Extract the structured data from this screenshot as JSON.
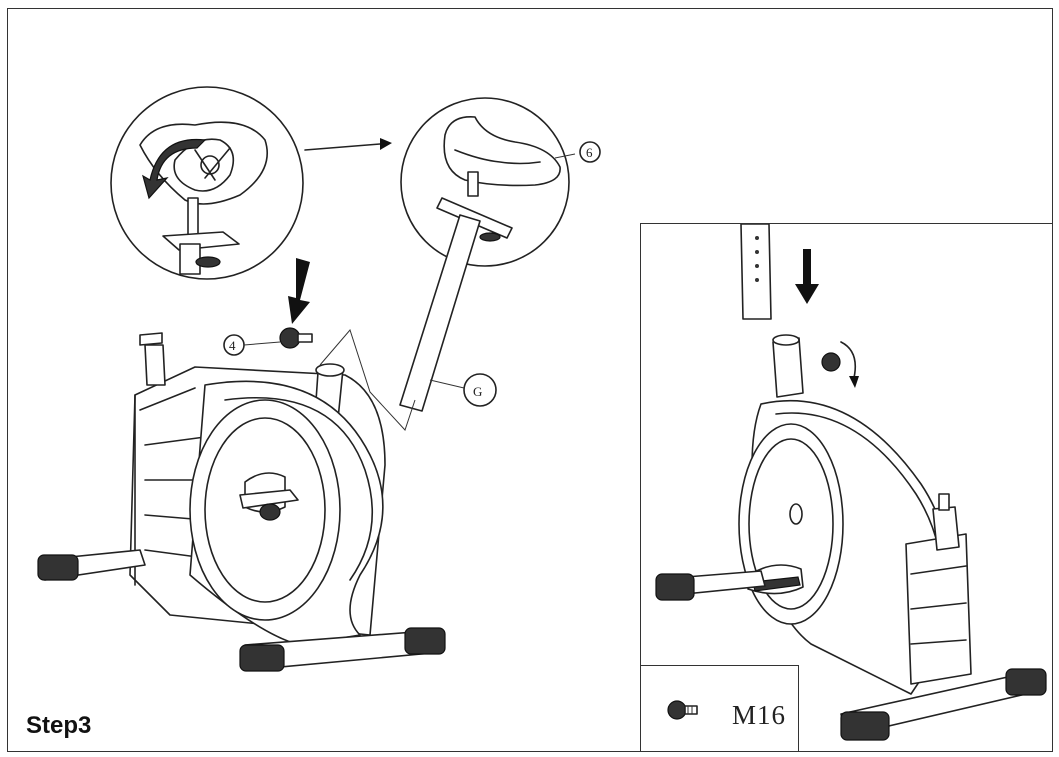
{
  "step_title": "Step3",
  "part_label": "G",
  "hardware": {
    "label": "M16",
    "icon": "knob-bolt-icon"
  }
}
